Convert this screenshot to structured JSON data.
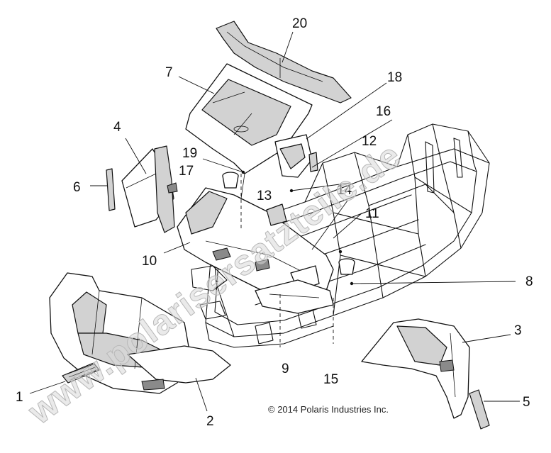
{
  "callouts": [
    {
      "id": "1",
      "label": "1"
    },
    {
      "id": "2",
      "label": "2"
    },
    {
      "id": "3",
      "label": "3"
    },
    {
      "id": "4",
      "label": "4"
    },
    {
      "id": "5",
      "label": "5"
    },
    {
      "id": "6",
      "label": "6"
    },
    {
      "id": "7",
      "label": "7"
    },
    {
      "id": "8",
      "label": "8"
    },
    {
      "id": "9",
      "label": "9"
    },
    {
      "id": "10",
      "label": "10"
    },
    {
      "id": "11",
      "label": "11"
    },
    {
      "id": "12",
      "label": "12"
    },
    {
      "id": "13",
      "label": "13"
    },
    {
      "id": "14",
      "label": "14"
    },
    {
      "id": "15",
      "label": "15"
    },
    {
      "id": "16",
      "label": "16"
    },
    {
      "id": "17",
      "label": "17"
    },
    {
      "id": "18",
      "label": "18"
    },
    {
      "id": "19",
      "label": "19"
    },
    {
      "id": "20",
      "label": "20"
    }
  ],
  "copyright": "© 2014 Polaris Industries Inc.",
  "watermark": "www.polarisersatzteile.de"
}
